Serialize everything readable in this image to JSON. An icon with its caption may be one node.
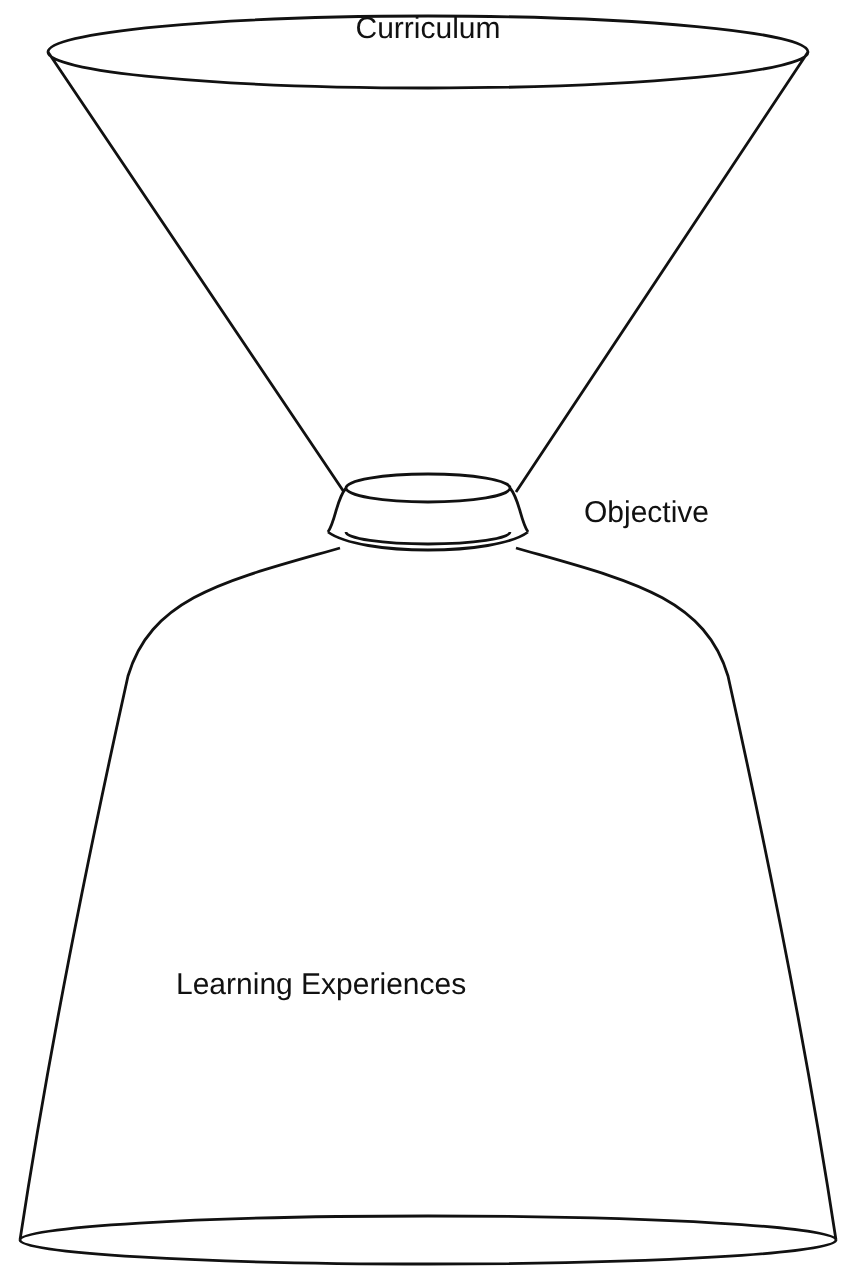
{
  "diagram": {
    "nodes": [
      {
        "text": [
          "Curriculum"
        ]
      },
      {
        "text": [
          "Objective"
        ]
      },
      {
        "text": [
          "Learning Experiences"
        ]
      }
    ]
  }
}
